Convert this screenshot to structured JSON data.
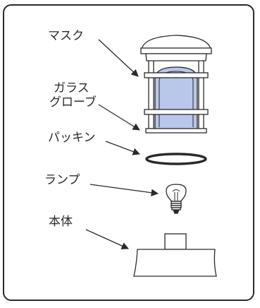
{
  "labels": {
    "mask": "マスク",
    "glass_globe_line1": "ガラス",
    "glass_globe_line2": "グローブ",
    "packing": "パッキン",
    "lamp": "ランプ",
    "body": "本体"
  },
  "colors": {
    "stroke": "#2a2a2a",
    "glass": "#b9c7ea",
    "background": "#ffffff"
  }
}
